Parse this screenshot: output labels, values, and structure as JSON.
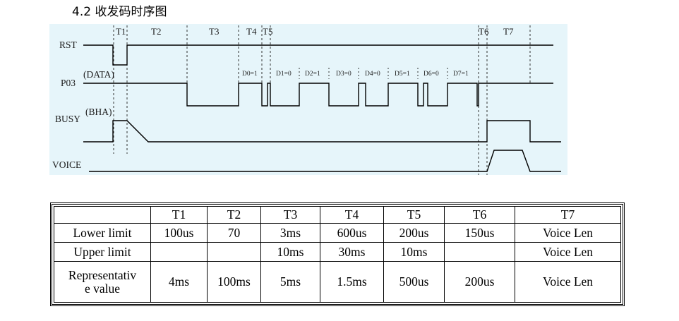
{
  "heading": "4.2 收发码时序图",
  "diagram": {
    "signals": {
      "rst": "RST",
      "p03": "P03",
      "data": "(DATA)",
      "busy": "BUSY",
      "bha": "(BHA)",
      "voice": "VOICE"
    },
    "periods": [
      "T1",
      "T2",
      "T3",
      "T4",
      "T5",
      "T6",
      "T7"
    ],
    "bits": [
      "D0=1",
      "D1=0",
      "D2=1",
      "D3=0",
      "D4=0",
      "D5=1",
      "D6=0",
      "D7=1"
    ]
  },
  "table": {
    "columns": [
      "",
      "T1",
      "T2",
      "T3",
      "T4",
      "T5",
      "T6",
      "T7"
    ],
    "rows": [
      {
        "label": "Lower limit",
        "cells": [
          "100us",
          "70",
          "3ms",
          "600us",
          "200us",
          "150us",
          "Voice Len"
        ]
      },
      {
        "label": "Upper limit",
        "cells": [
          "",
          "",
          "10ms",
          "30ms",
          "10ms",
          "",
          "Voice Len"
        ]
      },
      {
        "label_line1": "Representativ",
        "label_line2": "e value",
        "cells": [
          "4ms",
          "100ms",
          "5ms",
          "1.5ms",
          "500us",
          "200us",
          "Voice Len"
        ]
      }
    ]
  },
  "colors": {
    "diagram_bg": "#e6f5fa",
    "ink": "#000000",
    "label": "#1c1c1c"
  }
}
